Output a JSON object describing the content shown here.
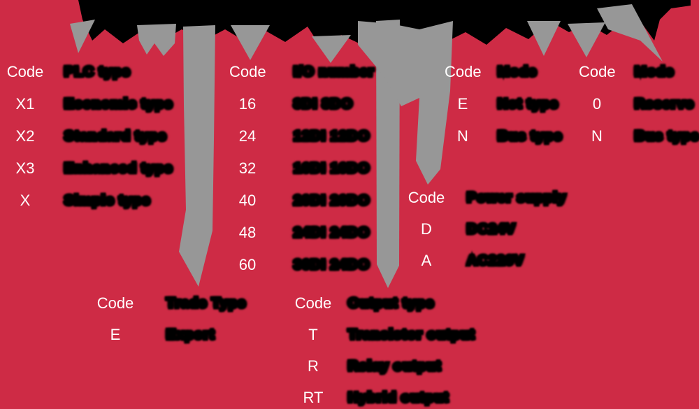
{
  "colors": {
    "background": "#CE2B45",
    "redacted_black": "#000000",
    "arrow_gray": "#979797",
    "code_text": "#FFFFFF"
  },
  "title": {
    "description": "model number heavily redacted / cut off at top edge"
  },
  "groups": [
    {
      "name": "plc-type",
      "header_code": "Code",
      "header_label": "PLC type",
      "rows": [
        {
          "code": "X1",
          "label": "Economic type"
        },
        {
          "code": "X2",
          "label": "Standard type"
        },
        {
          "code": "X3",
          "label": "Enhanced type"
        },
        {
          "code": "X",
          "label": "Simple type"
        }
      ]
    },
    {
      "name": "io-number",
      "header_code": "Code",
      "header_label": "I/O number",
      "rows": [
        {
          "code": "16",
          "label": "8DI 8DO"
        },
        {
          "code": "24",
          "label": "12DI 12DO"
        },
        {
          "code": "32",
          "label": "16DI 16DO"
        },
        {
          "code": "40",
          "label": "20DI 20DO"
        },
        {
          "code": "48",
          "label": "24DI 24DO"
        },
        {
          "code": "60",
          "label": "36DI 24DO"
        }
      ]
    },
    {
      "name": "mode-left",
      "header_code": "Code",
      "header_label": "Mode",
      "rows": [
        {
          "code": "E",
          "label": "Net type"
        },
        {
          "code": "N",
          "label": "Bus type"
        }
      ]
    },
    {
      "name": "mode-right",
      "header_code": "Code",
      "header_label": "Mode",
      "rows": [
        {
          "code": "0",
          "label": "Reserve"
        },
        {
          "code": "N",
          "label": "Bus type"
        }
      ]
    },
    {
      "name": "power-supply",
      "header_code": "Code",
      "header_label": "Power supply",
      "rows": [
        {
          "code": "D",
          "label": "DC24V"
        },
        {
          "code": "A",
          "label": "AC220V"
        }
      ]
    },
    {
      "name": "trade-type",
      "header_code": "Code",
      "header_label": "Trade Type",
      "rows": [
        {
          "code": "E",
          "label": "Export"
        }
      ]
    },
    {
      "name": "output-type",
      "header_code": "Code",
      "header_label": "Output type",
      "rows": [
        {
          "code": "T",
          "label": "Transistor output"
        },
        {
          "code": "R",
          "label": "Relay output"
        },
        {
          "code": "RT",
          "label": "Hybrid output"
        }
      ]
    }
  ]
}
